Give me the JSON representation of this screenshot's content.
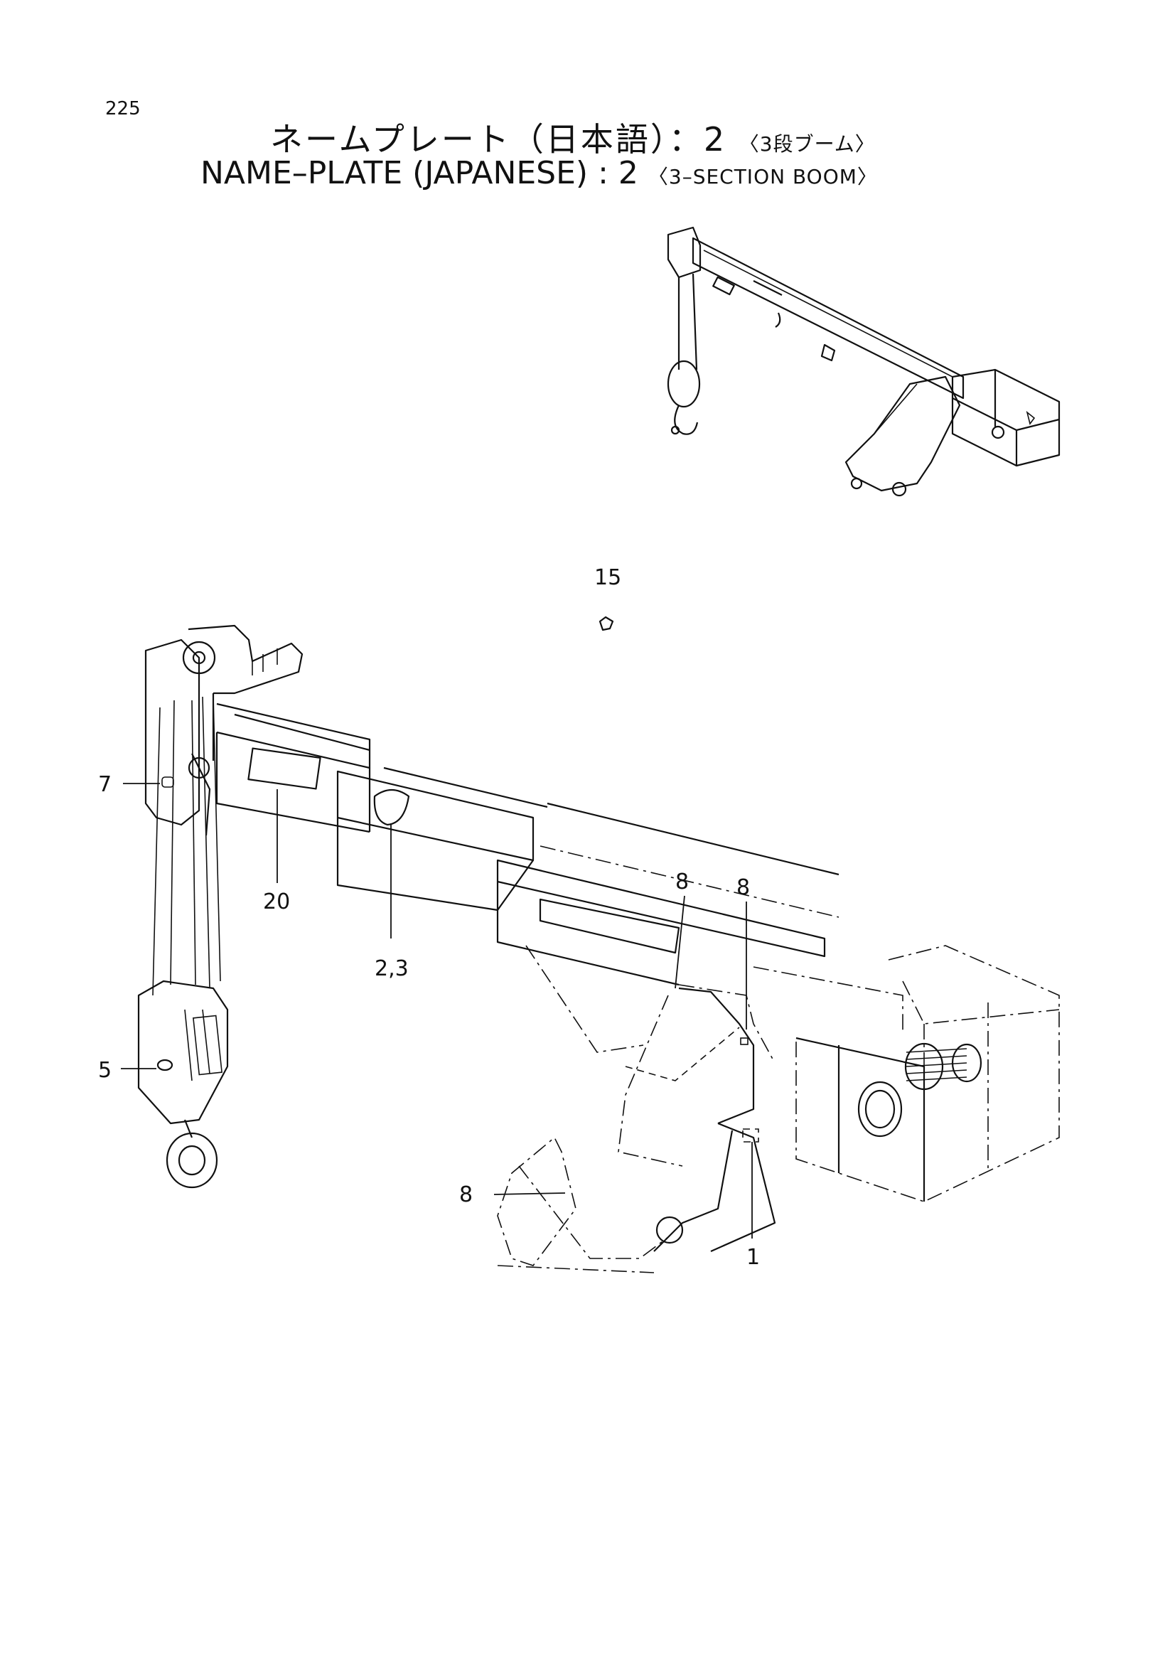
{
  "page_number": "225",
  "title_jp": {
    "main": "ネームプレート（日本語）：2",
    "sub": "〈3段ブーム〉"
  },
  "title_en": {
    "main": "NAME–PLATE (JAPANESE) : 2",
    "sub": "〈3–SECTION BOOM〉"
  },
  "callouts": [
    {
      "id": "15",
      "label": "15"
    },
    {
      "id": "7",
      "label": "7"
    },
    {
      "id": "20",
      "label": "20"
    },
    {
      "id": "2-3",
      "label": "2,3"
    },
    {
      "id": "8a",
      "label": "8"
    },
    {
      "id": "8b",
      "label": "8"
    },
    {
      "id": "5",
      "label": "5"
    },
    {
      "id": "8c",
      "label": "8"
    },
    {
      "id": "1",
      "label": "1"
    }
  ]
}
